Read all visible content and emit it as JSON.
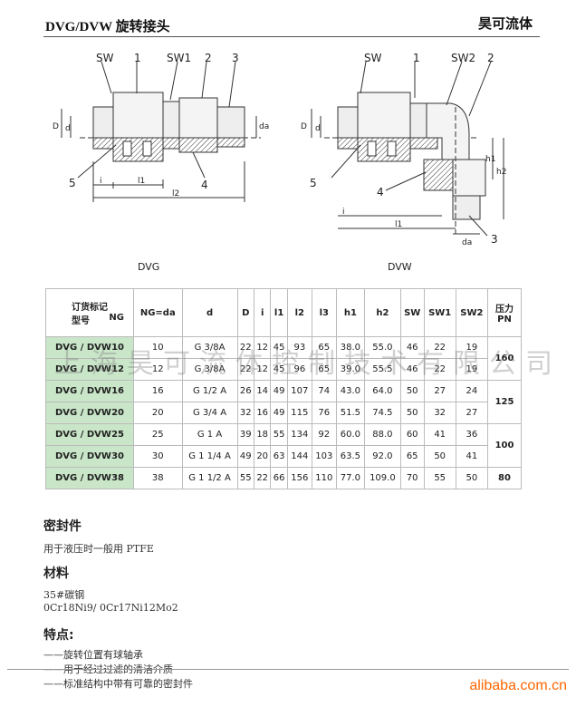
{
  "header": {
    "title_code": "DVG/DVW",
    "title_name": "旋转接头",
    "brand": "昊可流体"
  },
  "diagram": {
    "left_caption": "DVG",
    "right_caption": "DVW",
    "left_labels": [
      "SW",
      "1",
      "SW1",
      "2",
      "3",
      "5",
      "4",
      "D",
      "d",
      "da",
      "i",
      "l1",
      "l2"
    ],
    "right_labels": [
      "SW",
      "1",
      "SW2",
      "2",
      "5",
      "4",
      "3",
      "D",
      "d",
      "h1",
      "h2",
      "i",
      "l1",
      "da"
    ]
  },
  "table": {
    "headers": {
      "order": "订货标记",
      "type": "型号",
      "ng": "NG",
      "cols": [
        "NG=da",
        "d",
        "D",
        "i",
        "l1",
        "l2",
        "l3",
        "h1",
        "h2",
        "SW",
        "SW1",
        "SW2"
      ],
      "pressure": "压力",
      "pressure_unit": "PN"
    },
    "rows": [
      {
        "type": "DVG / DVW",
        "ng": "10",
        "vals": [
          "10",
          "G 3/8A",
          "22",
          "12",
          "45",
          "93",
          "65",
          "38.0",
          "55.0",
          "46",
          "22",
          "19"
        ]
      },
      {
        "type": "DVG / DVW",
        "ng": "12",
        "vals": [
          "12",
          "G 3/8A",
          "22",
          "12",
          "45",
          "96",
          "65",
          "39.0",
          "55.5",
          "46",
          "22",
          "19"
        ]
      },
      {
        "type": "DVG / DVW",
        "ng": "16",
        "vals": [
          "16",
          "G 1/2 A",
          "26",
          "14",
          "49",
          "107",
          "74",
          "43.0",
          "64.0",
          "50",
          "27",
          "24"
        ]
      },
      {
        "type": "DVG / DVW",
        "ng": "20",
        "vals": [
          "20",
          "G 3/4 A",
          "32",
          "16",
          "49",
          "115",
          "76",
          "51.5",
          "74.5",
          "50",
          "32",
          "27"
        ]
      },
      {
        "type": "DVG / DVW",
        "ng": "25",
        "vals": [
          "25",
          "G 1 A",
          "39",
          "18",
          "55",
          "134",
          "92",
          "60.0",
          "88.0",
          "60",
          "41",
          "36"
        ]
      },
      {
        "type": "DVG / DVW",
        "ng": "30",
        "vals": [
          "30",
          "G 1 1/4 A",
          "49",
          "20",
          "63",
          "144",
          "103",
          "63.5",
          "92.0",
          "65",
          "50",
          "41"
        ]
      },
      {
        "type": "DVG / DVW",
        "ng": "38",
        "vals": [
          "38",
          "G 1 1/2 A",
          "55",
          "22",
          "66",
          "156",
          "110",
          "77.0",
          "109.0",
          "70",
          "55",
          "50"
        ]
      }
    ],
    "pressures": [
      "160",
      "125",
      "100",
      "80"
    ]
  },
  "watermark": "上海昊可流体控制技术有限公司",
  "sections": {
    "seal_title": "密封件",
    "seal_text": "用于液压时一般用 PTFE",
    "material_title": "材料",
    "material_line1": "35#碳钢",
    "material_line2": "0Cr18Ni9/ 0Cr17Ni12Mo2",
    "feature_title": "特点:",
    "features": [
      "——旋转位置有球轴承",
      "——用于经过过滤的清洁介质",
      "——标准结构中带有可靠的密封件"
    ]
  },
  "footer": {
    "site": "alibaba.com.cn"
  }
}
